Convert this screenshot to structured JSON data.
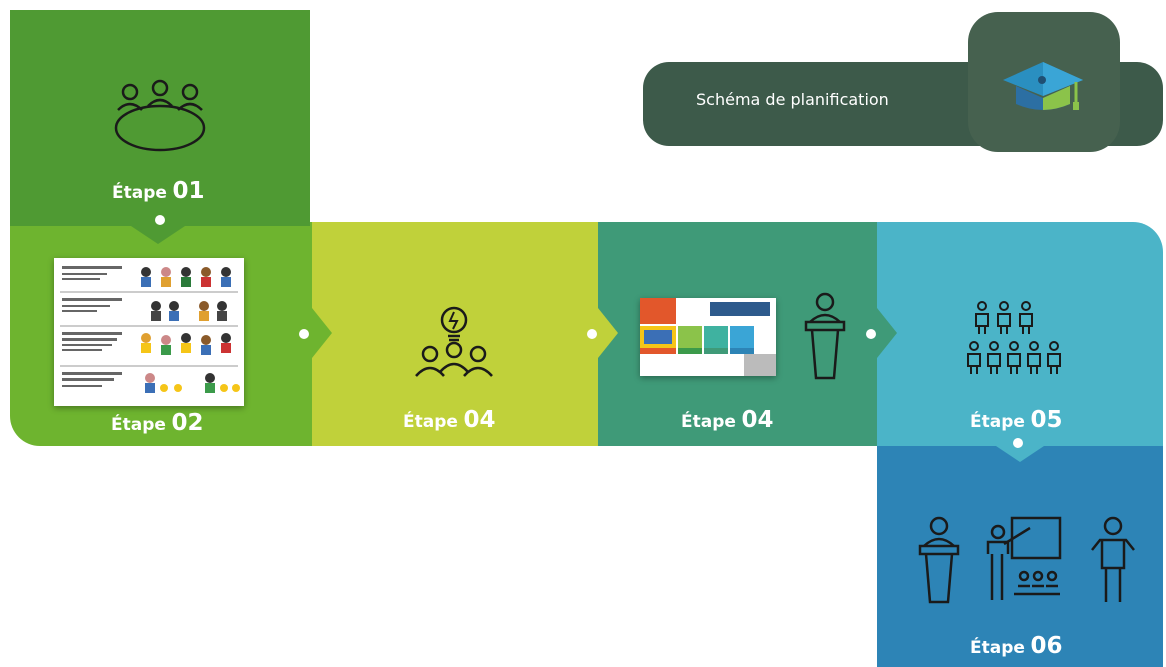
{
  "title": "Schéma de planification",
  "steps": [
    {
      "word": "Étape",
      "num": "01",
      "color": "#4f9a33",
      "icon": "meeting-table-icon"
    },
    {
      "word": "Étape",
      "num": "02",
      "color": "#6eb42f",
      "icon": "document-thumbnail"
    },
    {
      "word": "Étape",
      "num": "04",
      "color": "#c0d13a",
      "icon": "idea-team-icon"
    },
    {
      "word": "Étape",
      "num": "04",
      "color": "#3f9a78",
      "icon": "slides-thumbnail"
    },
    {
      "word": "Étape",
      "num": "05",
      "color": "#4bb4c8",
      "icon": "crowd-icon"
    },
    {
      "word": "Étape",
      "num": "06",
      "color": "#2d84b6",
      "icon": "lecture-icons"
    }
  ],
  "colors": {
    "header": "#3d5a4a",
    "header_tab": "#46614f",
    "icon_stroke": "#1a1a1a"
  }
}
